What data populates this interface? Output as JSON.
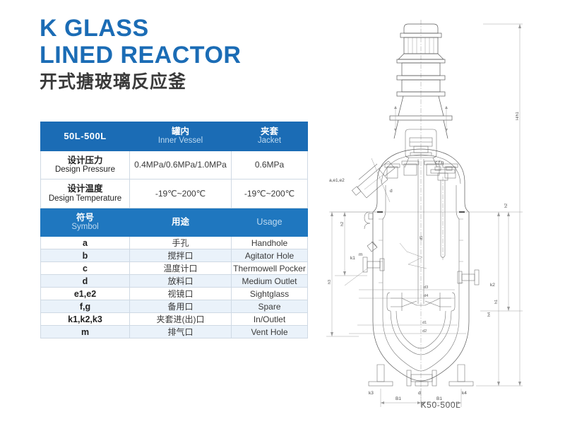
{
  "title": {
    "line1": "K GLASS",
    "line2": "LINED REACTOR",
    "chinese": "开式搪玻璃反应釜"
  },
  "colors": {
    "brand_blue": "#1b6cb5",
    "header_blue_2": "#1f77bf",
    "row_alt": "#eaf2fa",
    "title_dark": "#3a3a3a",
    "drawing_line": "#5a5a5a"
  },
  "spec_table": {
    "header": {
      "size_range": "50L-500L",
      "col2_cn": "罐内",
      "col2_en": "Inner Vessel",
      "col3_cn": "夹套",
      "col3_en": "Jacket"
    },
    "rows": [
      {
        "label_cn": "设计压力",
        "label_en": "Design Pressure",
        "inner_vessel": "0.4MPa/0.6MPa/1.0MPa",
        "jacket": "0.6MPa"
      },
      {
        "label_cn": "设计温度",
        "label_en": "Design Temperature",
        "inner_vessel": "-19℃~200℃",
        "jacket": "-19℃~200℃"
      }
    ]
  },
  "symbol_table": {
    "header": {
      "col1_cn": "符号",
      "col1_en": "Symbol",
      "col2_cn": "用途",
      "col3_en": "Usage"
    },
    "rows": [
      {
        "symbol": "a",
        "cn": "手孔",
        "en": "Handhole"
      },
      {
        "symbol": "b",
        "cn": "搅拌口",
        "en": "Agitator Hole"
      },
      {
        "symbol": "c",
        "cn": "温度计口",
        "en": "Thermowell Pocker"
      },
      {
        "symbol": "d",
        "cn": "放料口",
        "en": "Medium Outlet"
      },
      {
        "symbol": "e1,e2",
        "cn": "视镜口",
        "en": "Sightglass"
      },
      {
        "symbol": "f,g",
        "cn": "备用口",
        "en": "Spare"
      },
      {
        "symbol": "k1,k2,k3",
        "cn": "夹套进(出)口",
        "en": "In/Outlet"
      },
      {
        "symbol": "m",
        "cn": "排气口",
        "en": "Vent Hole"
      }
    ]
  },
  "drawing": {
    "caption": "K50-500L",
    "callouts": {
      "left_ports": "a,e1,e2",
      "right_ports": "c,f,g",
      "bottom_outlet": "d",
      "upper_outlet": "d",
      "vent": "m",
      "nozzle_left": "k1",
      "nozzle_right": "k2",
      "leg_left": "k3",
      "leg_right": "k4"
    },
    "dimensions": {
      "overall_height": "H/h1",
      "jacket_height": "h2",
      "upper_height": "h3",
      "lower_height": "h4",
      "inner_height": "h1",
      "agitator_dia": "d1",
      "blade_dia": "d2",
      "shaft_upper": "d3",
      "shaft_lower": "d4",
      "shaft_dia": "d5",
      "leg_span_left": "B1",
      "leg_span_right": "B1"
    }
  }
}
